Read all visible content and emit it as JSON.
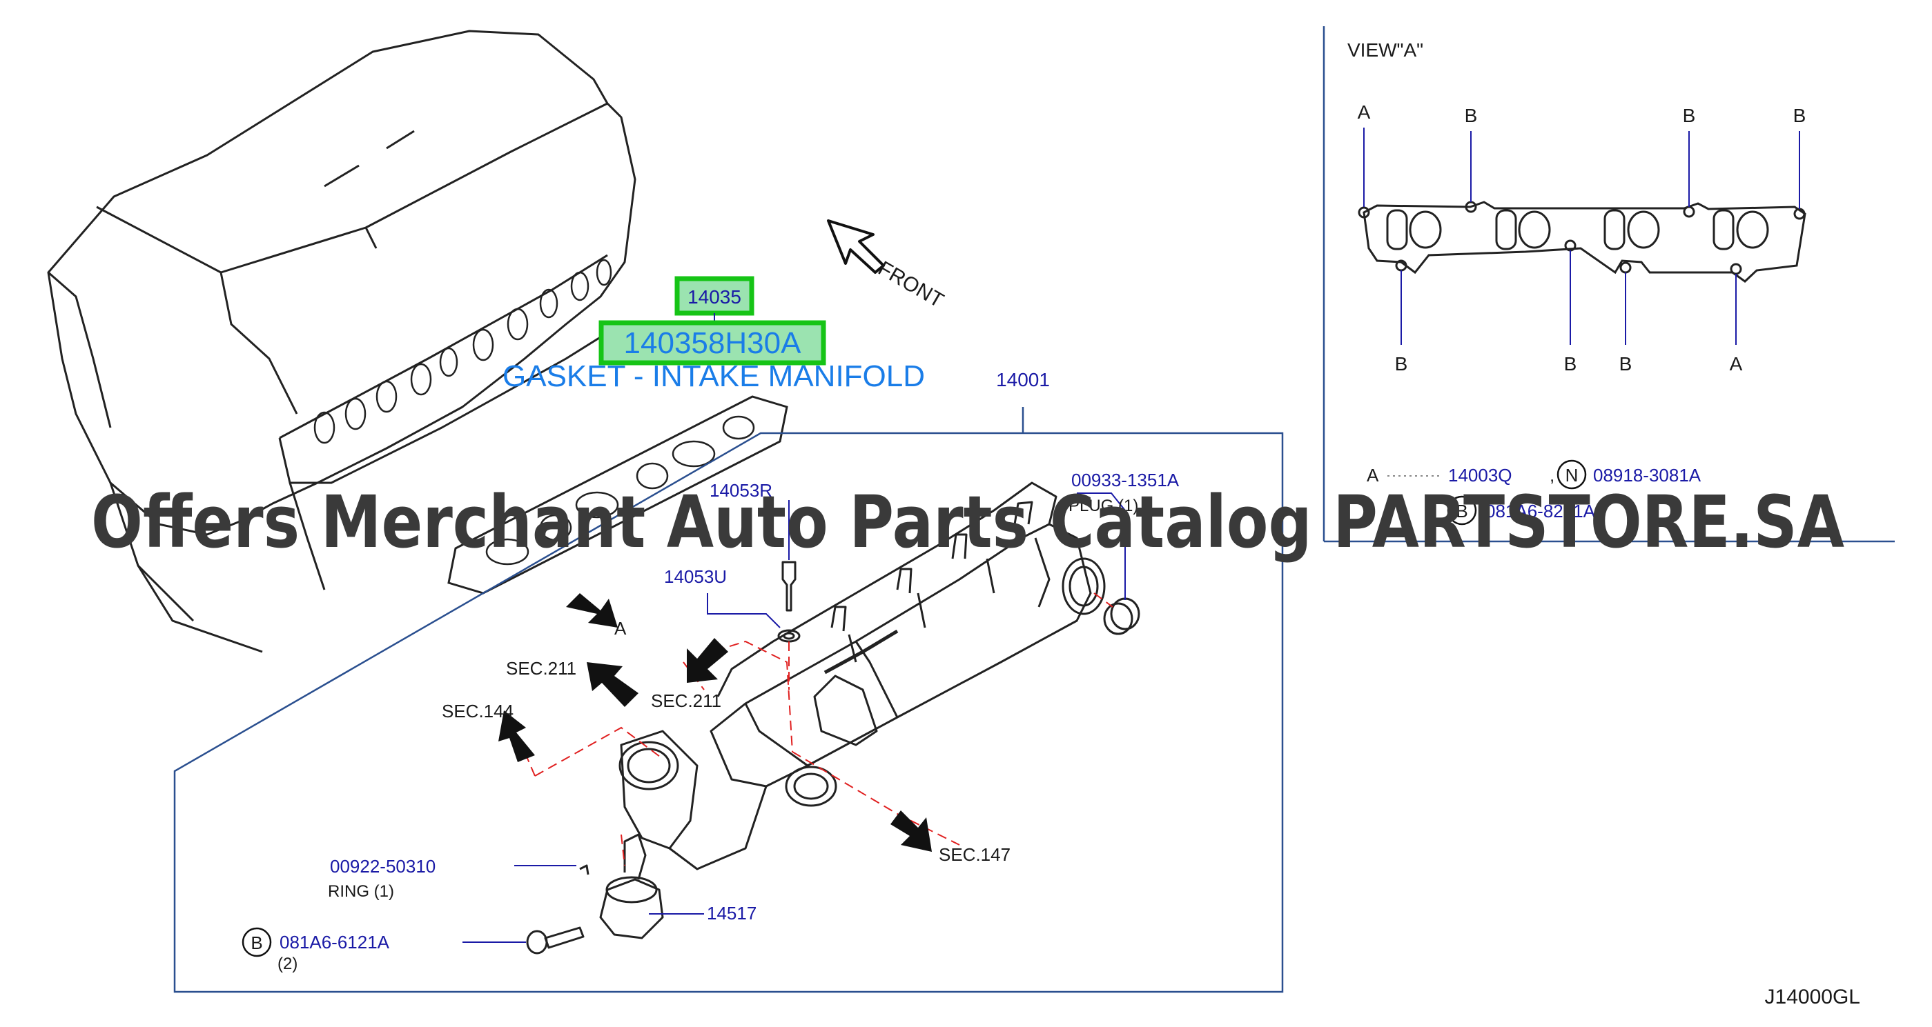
{
  "diagram": {
    "diagram_code": "J14000GL",
    "front_label": "FRONT",
    "view_a_label": "VIEW\"A\"",
    "view_a_letters": {
      "top": [
        "A",
        "B",
        "B",
        "B"
      ],
      "bottom": [
        "B",
        "B",
        "B",
        "A"
      ]
    },
    "legend": {
      "row1_letter": "A",
      "row1_part": "14003Q",
      "row1_sep": ",",
      "row1_circle": "N",
      "row1_part2": "08918-3081A",
      "row2_circle": "B",
      "row2_part": "081A6-8201A"
    },
    "highlight": {
      "part_group": "14035",
      "part_number": "140358H30A",
      "description": "GASKET - INTAKE MANIFOLD"
    },
    "callouts": {
      "p14001": "14001",
      "p14053R": "14053R",
      "p14053U": "14053U",
      "p00933": "00933-1351A",
      "plug": "PLUG   (1)",
      "sec211a": "SEC.211",
      "sec211b": "SEC.211",
      "sec144": "SEC.144",
      "sec147": "SEC.147",
      "arrow_a": "A",
      "p00922": "00922-50310",
      "ring": "RING    (1)",
      "p14517": "14517",
      "bolt_circle": "B",
      "p081A6_6121A": "081A6-6121A",
      "qty2": "(2)"
    },
    "watermark": "Offers Merchant Auto Parts Catalog PARTSTORE.SA"
  },
  "colors": {
    "callout_blue": "#1a1aa6",
    "desc_blue": "#1a7de8",
    "highlight_fill": "#9be3b0",
    "highlight_border": "#16c416",
    "frame_blue": "#2a4f8f"
  }
}
